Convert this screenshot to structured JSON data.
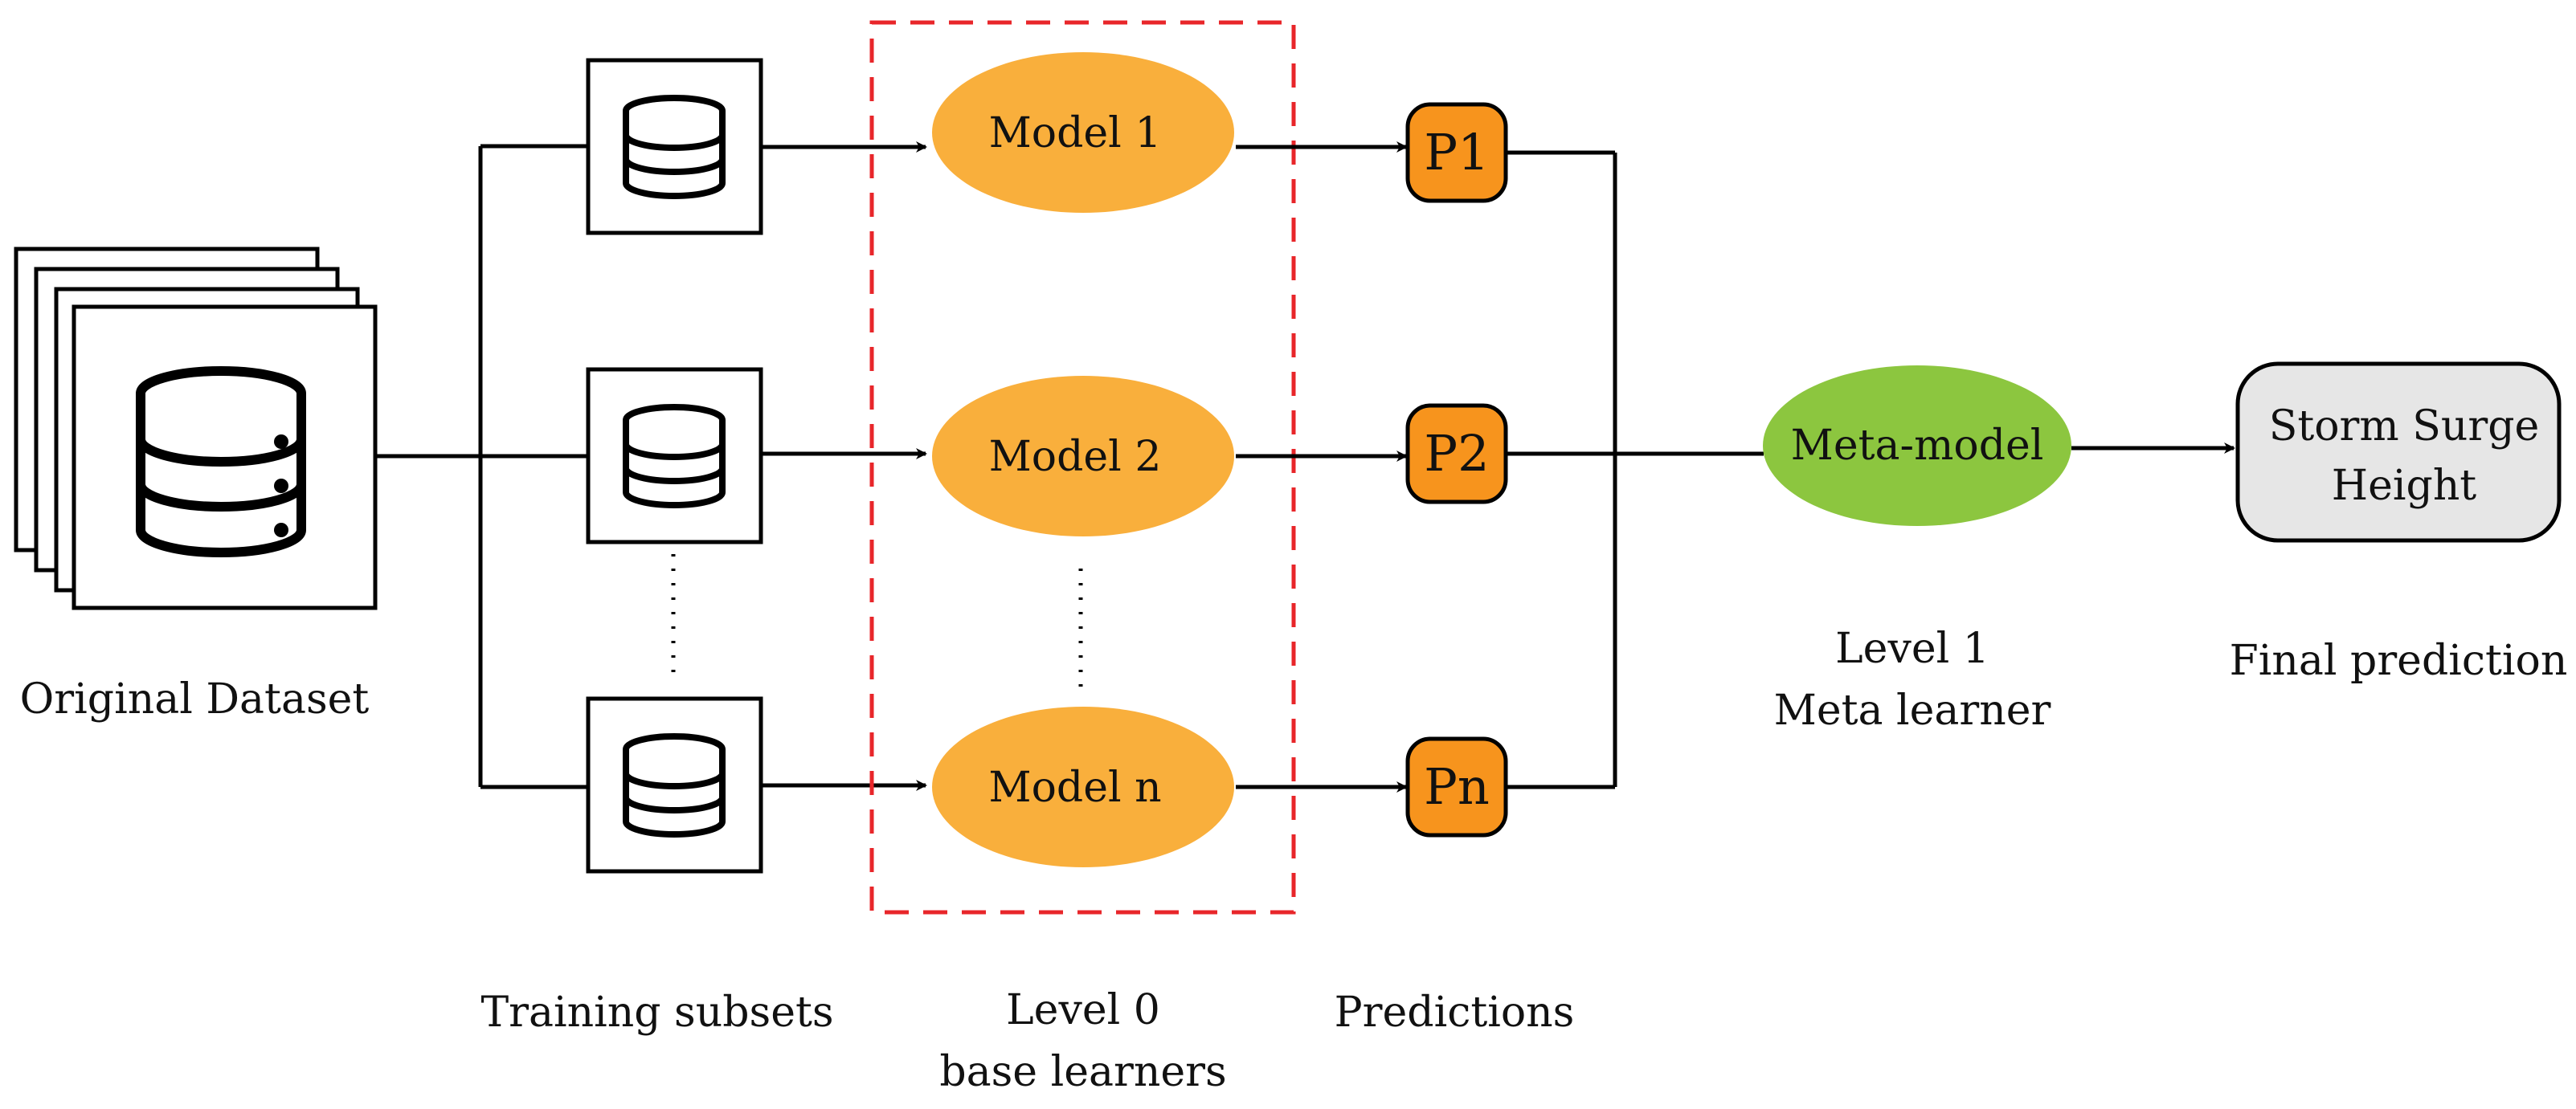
{
  "colors": {
    "model_fill": "#F9AF3C",
    "prediction_fill": "#F7941D",
    "meta_fill": "#8CC63F",
    "final_fill": "#E6E6E6",
    "dashed_border": "#E8262A",
    "line": "#000000"
  },
  "dataset": {
    "label": "Original Dataset",
    "icon": "database-stack-icon"
  },
  "subsets": {
    "label": "Training subsets",
    "icon": "database-icon",
    "ellipsis": "⋮"
  },
  "level0": {
    "label_line1": "Level 0",
    "label_line2": "base learners",
    "models": [
      "Model 1",
      "Model 2",
      "Model n"
    ]
  },
  "predictions": {
    "label": "Predictions",
    "items": [
      "P1",
      "P2",
      "Pn"
    ]
  },
  "level1": {
    "node": "Meta-model",
    "label_line1": "Level 1",
    "label_line2": "Meta learner"
  },
  "final": {
    "line1": "Storm Surge",
    "line2": "Height",
    "label": "Final prediction"
  }
}
